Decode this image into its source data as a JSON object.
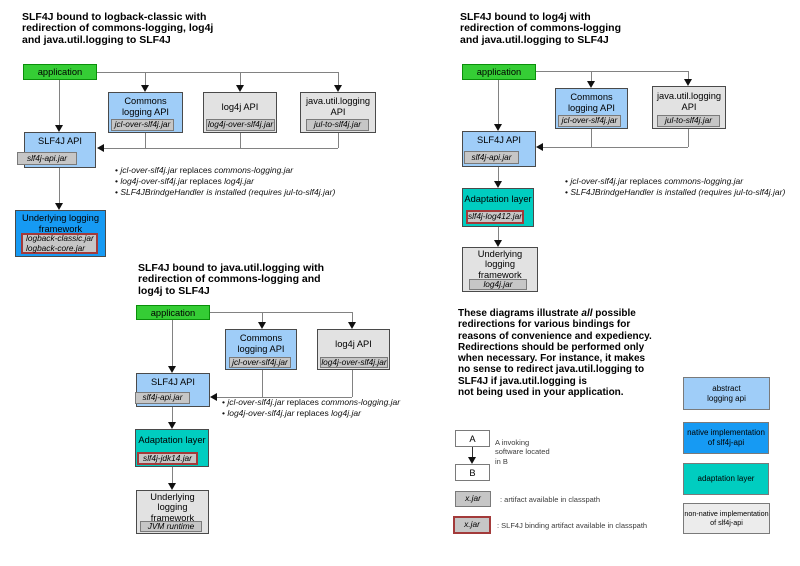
{
  "colors": {
    "app_green": "#35cd35",
    "abstract_blue": "#9fcdf8",
    "native_blue": "#169af3",
    "adaptation_teal": "#00cdc0",
    "nonnative_gray": "#e2e2e2",
    "jar_gray": "#c6c6c6",
    "binding_red": "#a33a3a",
    "line_gray": "#828282"
  },
  "diagram1": {
    "title": "SLF4J bound to logback-classic with\nredirection of commons-logging, log4j\nand java.util.logging to SLF4J",
    "app_label": "application",
    "commons": {
      "label": "Commons\nlogging API",
      "jar": "jcl-over-slf4j.jar"
    },
    "log4j": {
      "label": "log4j API",
      "jar": "log4j-over-slf4j.jar"
    },
    "jul": {
      "label": "java.util.logging\nAPI",
      "jar": "jul-to-slf4j.jar"
    },
    "slf4j": {
      "label": "SLF4J API",
      "jar": "slf4j-api.jar"
    },
    "underlying": {
      "label": "Underlying logging\nframework",
      "jar": "logback-classic.jar\nlogback-core.jar"
    },
    "bullets": [
      [
        {
          "t": "• ",
          "i": false
        },
        {
          "t": "jcl-over-slf4j.jar",
          "i": true
        },
        {
          "t": " replaces ",
          "i": false
        },
        {
          "t": "commons-logging.jar",
          "i": true
        }
      ],
      [
        {
          "t": "• ",
          "i": false
        },
        {
          "t": "log4j-over-slf4j.jar",
          "i": true
        },
        {
          "t": " replaces ",
          "i": false
        },
        {
          "t": "log4j.jar",
          "i": true
        }
      ],
      [
        {
          "t": "• ",
          "i": false
        },
        {
          "t": "SLF4JBrindgeHandler is installed (requires jul-to-slf4j.jar)",
          "i": true
        }
      ]
    ]
  },
  "diagram2": {
    "title": "SLF4J bound to log4j with\nredirection of commons-logging\nand java.util.logging to SLF4J",
    "app_label": "application",
    "commons": {
      "label": "Commons\nlogging API",
      "jar": "jcl-over-slf4j.jar"
    },
    "jul": {
      "label": "java.util.logging\nAPI",
      "jar": "jul-to-slf4j.jar"
    },
    "slf4j": {
      "label": "SLF4J API",
      "jar": "slf4j-api.jar"
    },
    "adaptation": {
      "label": "Adaptation layer",
      "jar": "slf4j-log412.jar"
    },
    "underlying": {
      "label": "Underlying\nlogging\nframework",
      "jar": "log4j.jar"
    },
    "bullets": [
      [
        {
          "t": "• ",
          "i": false
        },
        {
          "t": "jcl-over-slf4j.jar",
          "i": true
        },
        {
          "t": " replaces ",
          "i": false
        },
        {
          "t": "commons-logging.jar",
          "i": true
        }
      ],
      [
        {
          "t": "• ",
          "i": false
        },
        {
          "t": "SLF4JBrindgeHandler is installed (requires jul-to-slf4j.jar)",
          "i": true
        }
      ]
    ]
  },
  "diagram3": {
    "title": "SLF4J bound to java.util.logging with\nredirection of commons-logging and\nlog4j to SLF4J",
    "app_label": "application",
    "commons": {
      "label": "Commons\nlogging API",
      "jar": "jcl-over-slf4j.jar"
    },
    "log4j": {
      "label": "log4j API",
      "jar": "log4j-over-slf4j.jar"
    },
    "slf4j": {
      "label": "SLF4J API",
      "jar": "slf4j-api.jar"
    },
    "adaptation": {
      "label": "Adaptation layer",
      "jar": "slf4j-jdk14.jar"
    },
    "underlying": {
      "label": "Underlying\nlogging\nframework",
      "jar": "JVM runtime"
    },
    "bullets": [
      [
        {
          "t": "• ",
          "i": false
        },
        {
          "t": "jcl-over-slf4j.jar",
          "i": true
        },
        {
          "t": " replaces ",
          "i": false
        },
        {
          "t": "commons-logging.jar",
          "i": true
        }
      ],
      [
        {
          "t": "• ",
          "i": false
        },
        {
          "t": "log4j-over-slf4j.jar",
          "i": true
        },
        {
          "t": " replaces ",
          "i": false
        },
        {
          "t": "log4j.jar",
          "i": true
        }
      ]
    ]
  },
  "note": {
    "segments": [
      {
        "t": "These diagrams illustrate ",
        "i": false
      },
      {
        "t": "all",
        "i": true
      },
      {
        "t": " possible\nredirections for various bindings for\nreasons of convenience and expediency.\nRedirections should be performed only\nwhen necessary. For instance, it makes\nno sense to redirect java.util.logging to\nSLF4J if java.util.logging is\nnot being used in your application.",
        "i": false
      }
    ]
  },
  "legend": {
    "invoke": {
      "a": "A",
      "b": "B",
      "caption": "A invoking\nsoftware located\nin B"
    },
    "artifact": {
      "label": "x.jar",
      "caption": ": artifact available in classpath"
    },
    "binding": {
      "label": "x.jar",
      "caption": ": SLF4J binding artifact available in classpath"
    },
    "color_key": [
      {
        "label": "abstract\nlogging api"
      },
      {
        "label": "native implementation\nof slf4j-api"
      },
      {
        "label": "adaptation layer"
      },
      {
        "label": "non-native implementation\nof slf4j-api"
      }
    ]
  }
}
